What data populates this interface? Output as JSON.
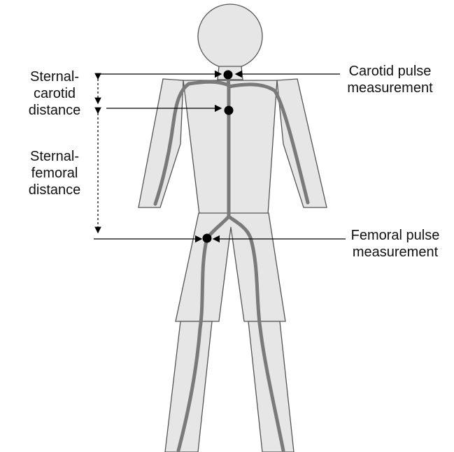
{
  "labels": {
    "sternal_carotid": [
      "Sternal-",
      "carotid",
      "distance"
    ],
    "sternal_femoral": [
      "Sternal-",
      "femoral",
      "distance"
    ],
    "carotid_pulse": [
      "Carotid pulse",
      "measurement"
    ],
    "femoral_pulse": [
      "Femoral pulse",
      "measurement"
    ]
  },
  "colors": {
    "body_fill": "#e6e6e6",
    "outline": "#555555",
    "artery": "#7a7a7a",
    "marker": "#000000",
    "arrow": "#000000"
  }
}
